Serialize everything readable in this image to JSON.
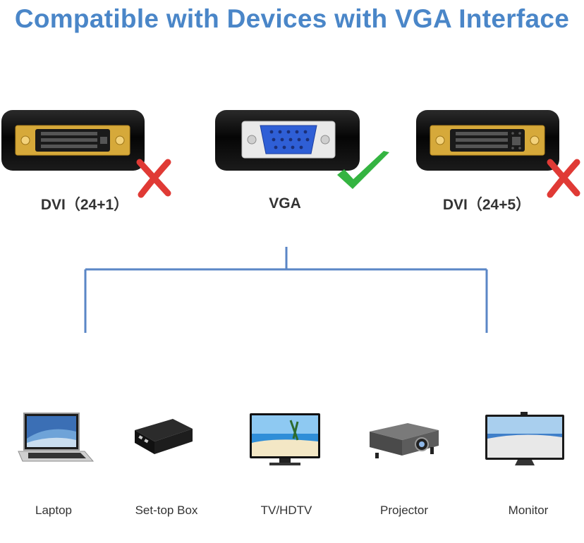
{
  "header": {
    "title": "Compatible with Devices with VGA Interface"
  },
  "ports": [
    {
      "label": "DVI（24+1）",
      "compatible": false,
      "type": "dvi-24-1"
    },
    {
      "label": "VGA",
      "compatible": true,
      "type": "vga"
    },
    {
      "label": "DVI（24+5）",
      "compatible": false,
      "type": "dvi-24-5"
    }
  ],
  "devices": [
    {
      "label": "Laptop"
    },
    {
      "label": "Set-top Box"
    },
    {
      "label": "TV/HDTV"
    },
    {
      "label": "Projector"
    },
    {
      "label": "Monitor"
    }
  ],
  "colors": {
    "title": "#4a86c8",
    "tree_line": "#5a86c6",
    "cross": "#e03a35",
    "check": "#34b441",
    "gold": "#d6a93a",
    "vga_blue": "#2f5fd6"
  }
}
